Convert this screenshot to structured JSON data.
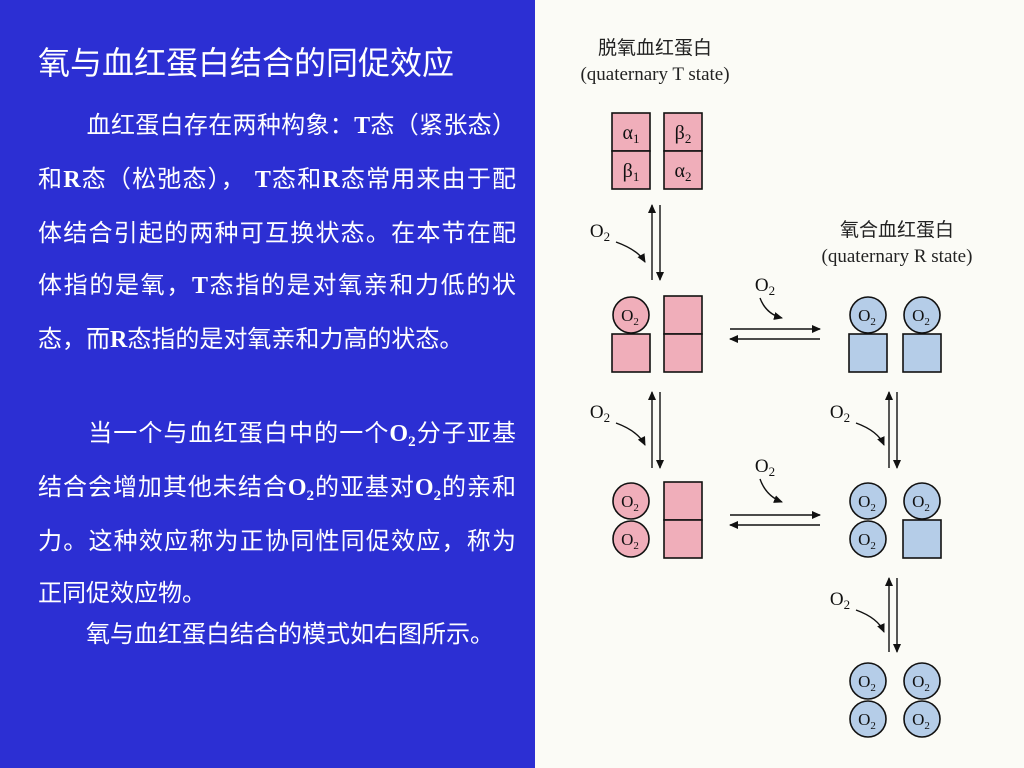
{
  "left": {
    "title": "氧与血红蛋白结合的同促效应",
    "paragraph1": [
      "　　血红蛋白存在两种构象：",
      "T",
      "态（紧张态）和",
      "R",
      "态（松弛态）， ",
      "T",
      "态和",
      "R",
      "态常用来由于配体结合引起的两种可互换状态。在本节在配体指的是氧，",
      "T",
      "态指的是对氧亲和力低的状态，而",
      "R",
      "态指的是对氧亲和力高的状态。"
    ],
    "paragraph2": [
      "　　当一个与血红蛋白中的一个",
      "O",
      "2",
      "分子亚基结合会增加其他未结合",
      "O",
      "2",
      "的亚基对",
      "O",
      "2",
      "的亲和力。这种效应称为正协同性同促效应，称为正同促效应物。"
    ],
    "paragraph3": "　　氧与血红蛋白结合的模式如右图所示。"
  },
  "diagram": {
    "t_state_cn": "脱氧血红蛋白",
    "t_state_en": "(quaternary T state)",
    "r_state_cn": "氧合血红蛋白",
    "r_state_en": "(quaternary R state)",
    "subunits": {
      "alpha1": "α",
      "alpha_sub1": "1",
      "beta2": "β",
      "beta_sub2": "2",
      "beta1": "β",
      "beta_sub1": "1",
      "alpha2": "α",
      "alpha_sub2": "2"
    },
    "o2_main": "O",
    "o2_sub": "2",
    "colors": {
      "t_fill": "#f0aeba",
      "r_fill": "#b5cde8",
      "outline": "#111111"
    }
  }
}
